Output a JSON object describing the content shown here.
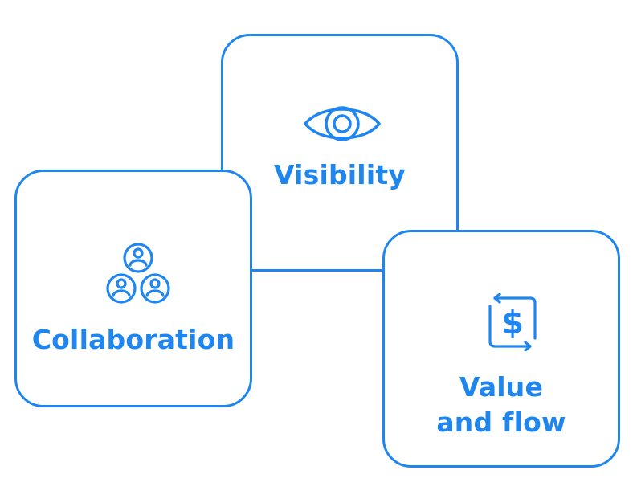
{
  "accent_color": "#1f86f0",
  "cards": {
    "visibility": {
      "label": "Visibility",
      "icon": "eye-icon"
    },
    "collaboration": {
      "label": "Collaboration",
      "icon": "people-icon"
    },
    "value_flow": {
      "label_line1": "Value",
      "label_line2": "and flow",
      "icon": "dollar-cycle-icon"
    }
  }
}
